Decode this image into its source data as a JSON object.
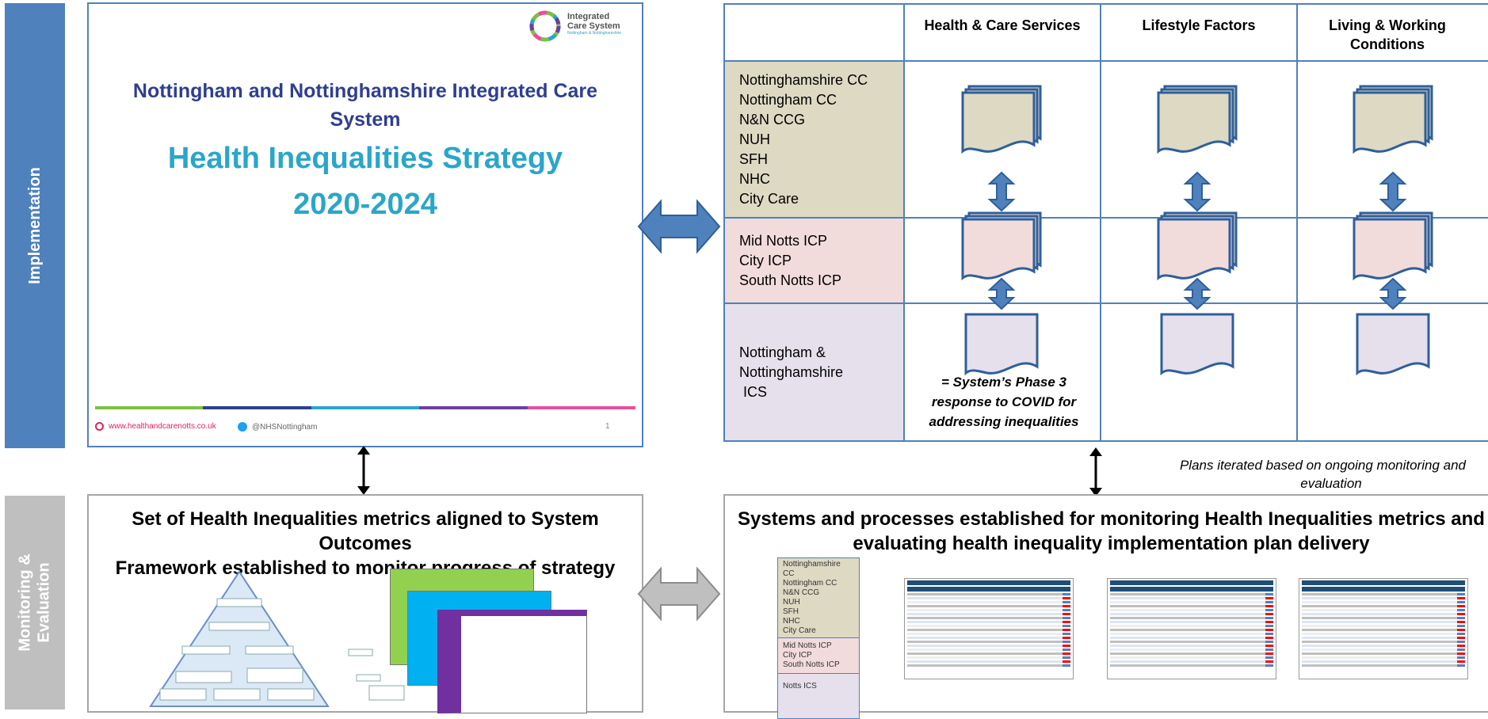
{
  "side_labels": {
    "implementation": "Implementation",
    "monitoring_line1": "Monitoring &",
    "monitoring_line2": "Evaluation"
  },
  "slide": {
    "logo_line1": "Integrated",
    "logo_line2": "Care System",
    "logo_line3": "Nottingham & Nottinghamshire",
    "title_line1": "Nottingham and Nottinghamshire Integrated Care",
    "title_line2": "System",
    "strategy_line1": "Health Inequalities Strategy",
    "strategy_line2": "2020-2024",
    "website": "www.healthandcarenotts.co.uk",
    "twitter": "@NHSNottingham",
    "page_number": "1"
  },
  "grid": {
    "columns": [
      "Health & Care Services",
      "Lifestyle Factors",
      "Living & Working Conditions"
    ],
    "rows": [
      {
        "orgs": [
          "Nottinghamshire CC",
          "Nottingham CC",
          "N&N CCG",
          "NUH",
          "SFH",
          "NHC",
          "City Care"
        ],
        "color": "#ddd9c3"
      },
      {
        "orgs": [
          "Mid Notts ICP",
          "City ICP",
          "South Notts ICP"
        ],
        "color": "#f2dcdb"
      },
      {
        "orgs": [
          "Nottingham &",
          "Nottinghamshire",
          " ICS"
        ],
        "color": "#e5e0ec"
      }
    ],
    "covid_note": [
      "= System’s Phase 3",
      "response to COVID for",
      "addressing inequalities"
    ]
  },
  "iteration_note": [
    "Plans iterated based on ongoing monitoring and",
    "evaluation"
  ],
  "metrics_panel": {
    "title_line1": "Set of Health Inequalities metrics aligned to System Outcomes",
    "title_line2": "Framework established  to monitor progress of strategy"
  },
  "systems_panel": {
    "title_line1": "Systems and processes established for monitoring Health Inequalities metrics and",
    "title_line2": "evaluating health inequality implementation plan delivery",
    "mini_orgs": [
      "Nottinghamshire CC",
      "Nottingham CC",
      "N&N CCG",
      "NUH",
      "SFH",
      "NHC",
      "City Care"
    ],
    "mini_icps": [
      "Mid Notts ICP",
      "City ICP",
      "South Notts ICP"
    ],
    "mini_ics": "Notts ICS"
  },
  "colors": {
    "accent": "#4f81bd",
    "tan": "#ddd9c3",
    "pink": "#f2dcdb",
    "lavender": "#e5e0ec",
    "grey": "#bfbfbf"
  }
}
